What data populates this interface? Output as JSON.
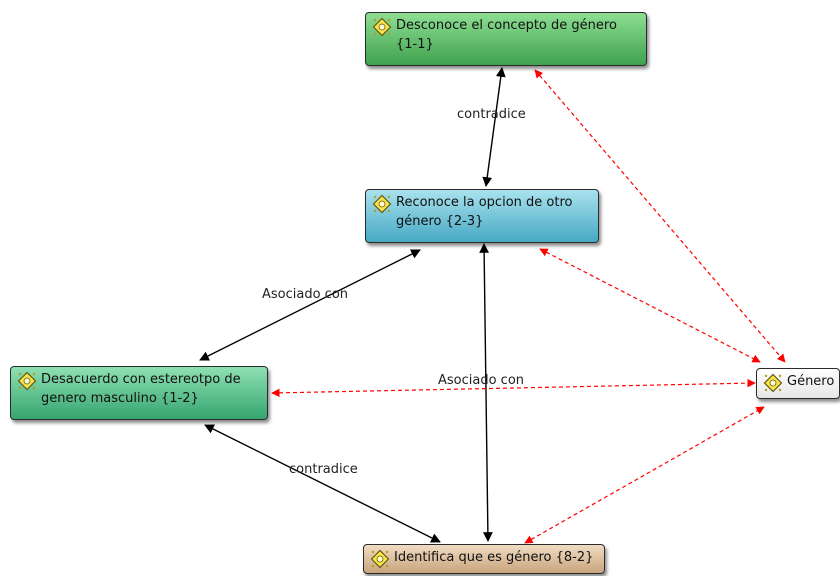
{
  "nodes": {
    "desconoce": {
      "label": "Desconoce el concepto de género",
      "code": "{1-1}"
    },
    "reconoce": {
      "label": "Reconoce la opcion de otro",
      "code": "género {2-3}"
    },
    "desacuerdo": {
      "label": "Desacuerdo con estereotpo de",
      "code": "genero masculino {1-2}"
    },
    "genero": {
      "label": "Género"
    },
    "identifica": {
      "label": "Identifica que es género {8-2}"
    }
  },
  "edge_labels": {
    "contradice_top": "contradice",
    "asociado_left": "Asociado con",
    "asociado_mid": "Asociado con",
    "contradice_bottom": "contradice"
  },
  "colors": {
    "black_edge": "#000000",
    "red_edge": "#ff0000"
  }
}
